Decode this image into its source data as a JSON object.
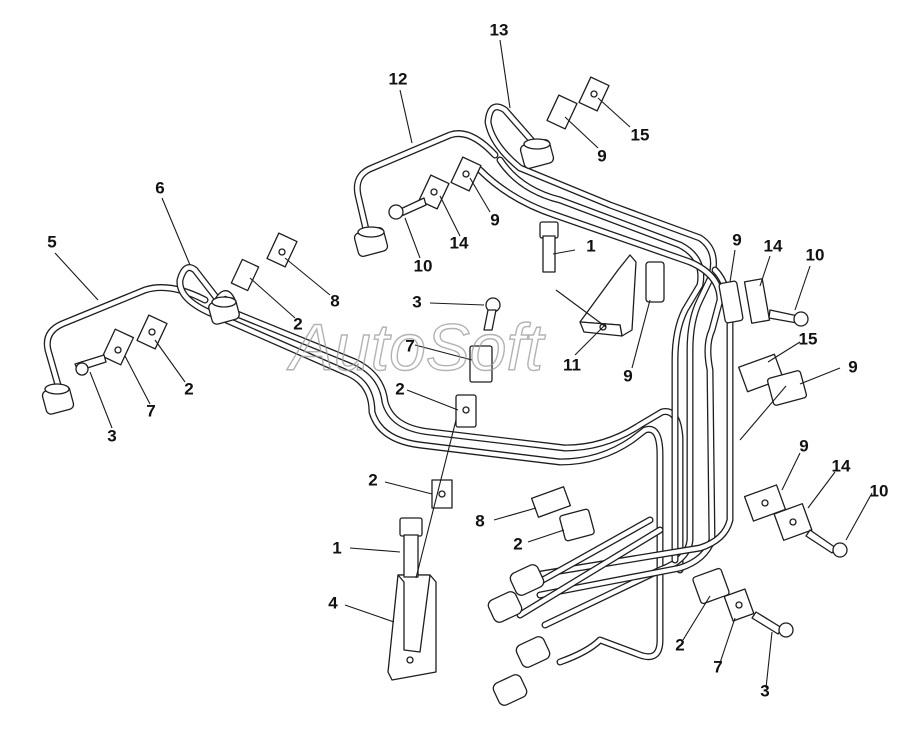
{
  "diagram": {
    "watermark": "AutoSoft",
    "callouts": [
      {
        "text": "13"
      },
      {
        "text": "12"
      },
      {
        "text": "15"
      },
      {
        "text": "9"
      },
      {
        "text": "6"
      },
      {
        "text": "5"
      },
      {
        "text": "14"
      },
      {
        "text": "9"
      },
      {
        "text": "10"
      },
      {
        "text": "1"
      },
      {
        "text": "9"
      },
      {
        "text": "14"
      },
      {
        "text": "10"
      },
      {
        "text": "8"
      },
      {
        "text": "2"
      },
      {
        "text": "3"
      },
      {
        "text": "2"
      },
      {
        "text": "3"
      },
      {
        "text": "7"
      },
      {
        "text": "7"
      },
      {
        "text": "2"
      },
      {
        "text": "11"
      },
      {
        "text": "15"
      },
      {
        "text": "9"
      },
      {
        "text": "9"
      },
      {
        "text": "2"
      },
      {
        "text": "9"
      },
      {
        "text": "14"
      },
      {
        "text": "10"
      },
      {
        "text": "8"
      },
      {
        "text": "2"
      },
      {
        "text": "1"
      },
      {
        "text": "4"
      },
      {
        "text": "2"
      },
      {
        "text": "7"
      },
      {
        "text": "3"
      }
    ]
  }
}
